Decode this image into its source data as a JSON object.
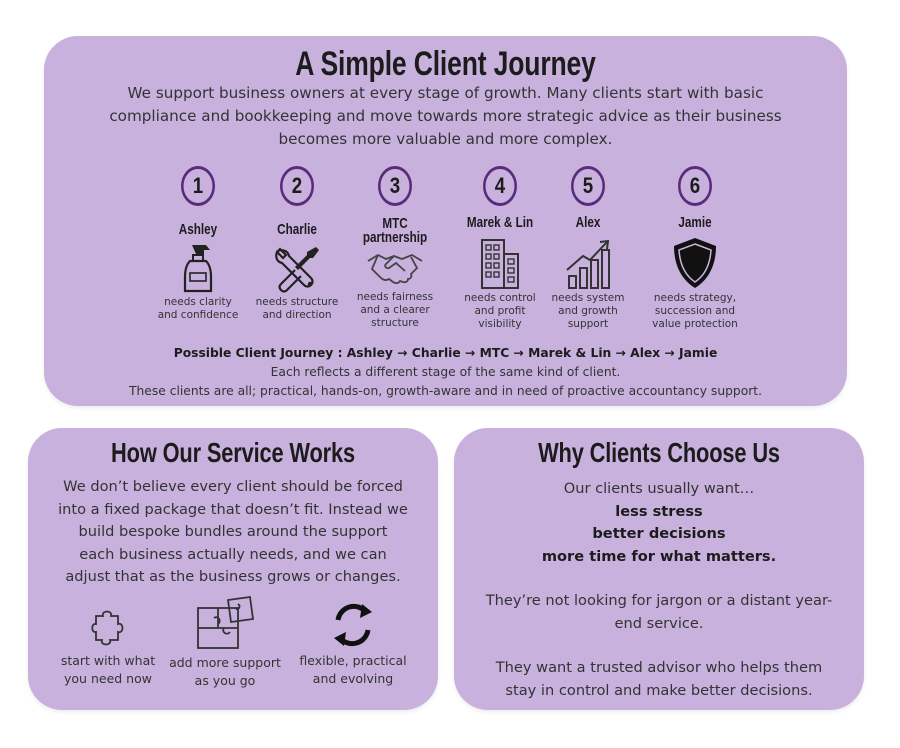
{
  "journey_card": {
    "title": "A Simple Client Journey",
    "intro_lines": [
      "We support business owners at every stage of growth. Many clients start with basic",
      "compliance and bookkeeping and move towards more strategic advice as their business",
      "becomes more valuable and more complex."
    ],
    "steps": [
      {
        "number": "1",
        "name": "Ashley",
        "icon": "spray-bottle-icon",
        "needs": [
          "needs clarity",
          "and confidence"
        ]
      },
      {
        "number": "2",
        "name": "Charlie",
        "icon": "wrench-screwdriver-icon",
        "needs": [
          "needs structure",
          "and direction"
        ]
      },
      {
        "number": "3",
        "name_lines": [
          "MTC",
          "partnership"
        ],
        "icon": "handshake-icon",
        "needs": [
          "needs fairness",
          "and a clearer",
          "structure"
        ]
      },
      {
        "number": "4",
        "name": "Marek & Lin",
        "icon": "office-building-icon",
        "needs": [
          "needs control",
          "and profit",
          "visibility"
        ]
      },
      {
        "number": "5",
        "name": "Alex",
        "icon": "growth-chart-icon",
        "needs": [
          "needs system",
          "and growth",
          "support"
        ]
      },
      {
        "number": "6",
        "name": "Jamie",
        "icon": "shield-icon",
        "needs": [
          "needs strategy,",
          "succession and",
          "value protection"
        ]
      }
    ],
    "journey_line": "Possible Client Journey : Ashley → Charlie → MTC → Marek & Lin → Alex → Jamie",
    "reflect_line": "Each reflects a different stage of the same kind of client.",
    "clients_line": "These clients are all; practical, hands-on, growth-aware and in need of proactive accountancy support."
  },
  "service_card": {
    "title": "How Our Service Works",
    "body_lines": [
      "We don’t believe every client should be forced",
      "into a fixed package that doesn’t fit. Instead we",
      "build bespoke bundles around the support",
      "each business actually needs, and we can",
      "adjust that as the business grows or changes."
    ],
    "items": [
      {
        "icon": "puzzle-piece-icon",
        "label_lines": [
          "start with what",
          "you need now"
        ]
      },
      {
        "icon": "jigsaw-icon",
        "label_lines": [
          "add more support",
          "as you go"
        ]
      },
      {
        "icon": "refresh-cycle-icon",
        "label_lines": [
          "flexible, practical",
          "and evolving"
        ]
      }
    ]
  },
  "why_card": {
    "title": "Why Clients Choose Us",
    "lead": "Our clients usually want…",
    "wants": [
      "less stress",
      "better decisions",
      "more time for what matters."
    ],
    "para1_lines": [
      "They’re not looking for jargon or a distant year-",
      "end service."
    ],
    "para2_lines": [
      "They want a trusted advisor who helps them",
      "stay in control and make better decisions."
    ]
  },
  "colors": {
    "card_bg": "#c9b1de",
    "accent_purple": "#5a2b7a",
    "text_dark": "#1c1c1c",
    "text_body": "#333333"
  }
}
